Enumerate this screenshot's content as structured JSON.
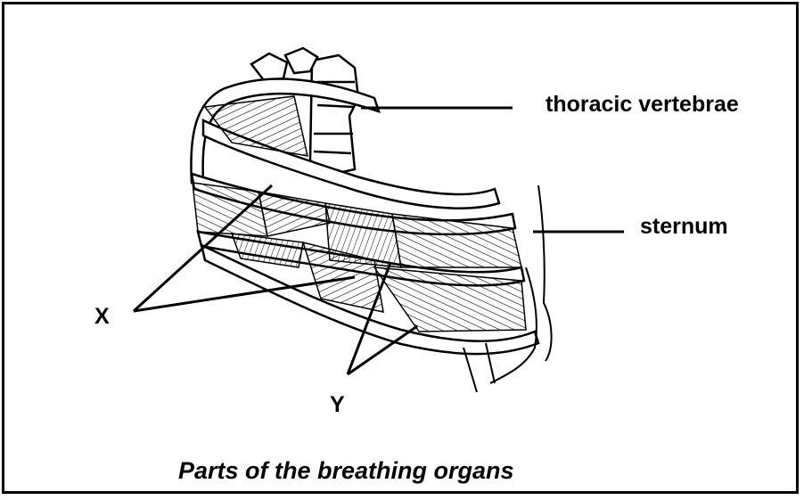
{
  "labels": {
    "thoracic_vertebrae": "thoracic vertebrae",
    "sternum": "sternum",
    "x": "X",
    "y": "Y"
  },
  "caption": "Parts of the breathing organs",
  "colors": {
    "ink": "#000000",
    "background": "#ffffff"
  }
}
